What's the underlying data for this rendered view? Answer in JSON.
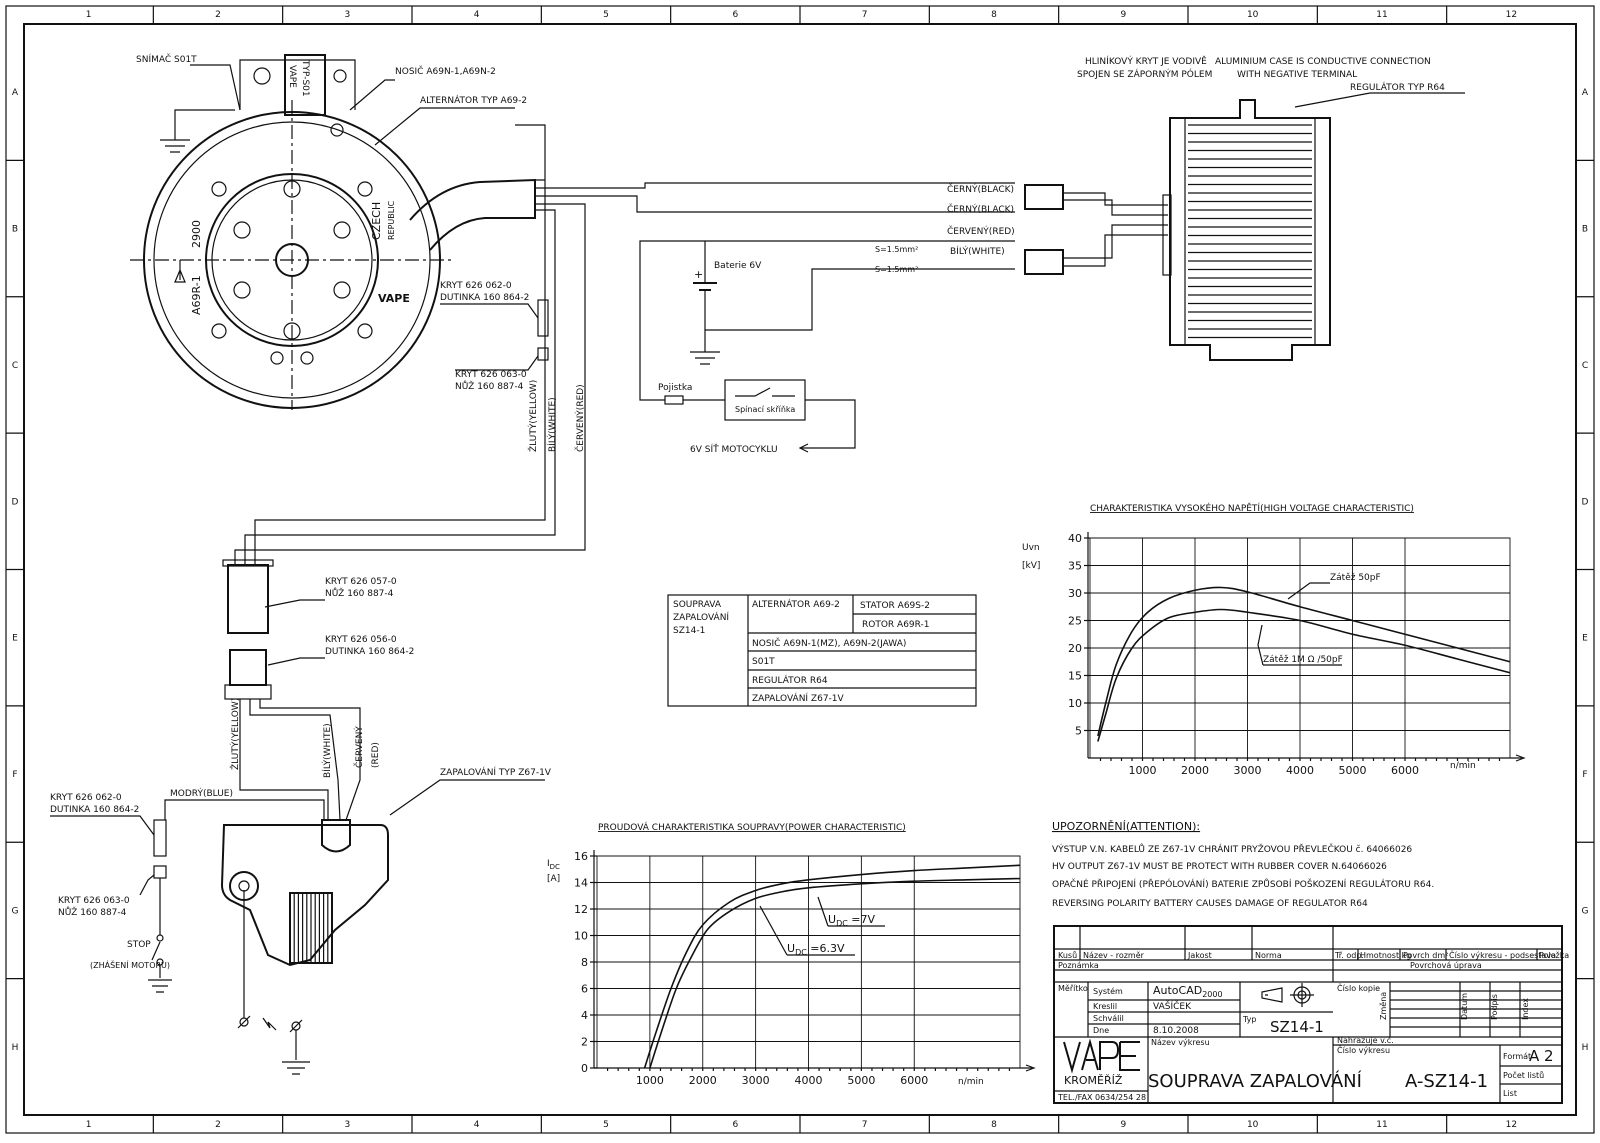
{
  "border": {
    "cols": [
      "1",
      "2",
      "3",
      "4",
      "5",
      "6",
      "7",
      "8",
      "9",
      "10",
      "11",
      "12"
    ],
    "rows": [
      "A",
      "B",
      "C",
      "D",
      "E",
      "F",
      "G",
      "H"
    ]
  },
  "alternator": {
    "sensor_label": "SNÍMAČ S01T",
    "carrier_label": "NOSIČ A69N-1,A69N-2",
    "type_label": "ALTERNÁTOR TYP A69-2",
    "sensor_text1": "VAPE",
    "sensor_text2": "TYP-S01",
    "rotor_a": "A69R-1",
    "rotor_b": "2900",
    "brand1": "CZECH",
    "brand2": "REPUBLIC"
  },
  "connectors": {
    "c1a": "KRYT 626 062-0",
    "c1b": "DUTINKA 160 864-2",
    "c2a": "KRYT 626 063-0",
    "c2b": "NŮŽ 160 887-4",
    "c3a": "KRYT 626 057-0",
    "c3b": "NŮŽ 160 887-4",
    "c4a": "KRYT 626 056-0",
    "c4b": "DUTINKA 160 864-2",
    "c5a": "KRYT 626 062-0",
    "c5b": "DUTINKA 160 864-2",
    "c6a": "KRYT 626 063-0",
    "c6b": "NŮŽ 160 887-4"
  },
  "wires": {
    "yellow": "ŽLUTÝ(YELLOW)",
    "white": "BÍLÝ(WHITE)",
    "red": "ČERVENÝ(RED)",
    "black1": "ČERNÝ(BLACK)",
    "black2": "ČERNÝ(BLACK)",
    "red2": "ČERVENÝ(RED)",
    "white2": "BÍLÝ(WHITE)",
    "cs1": "S=1.5mm²",
    "cs2": "S=1.5mm²",
    "yellow2": "ŽLUTÝ(YELLOW)",
    "white3": "BÍLÝ(WHITE)",
    "red3a": "ČERVENÝ",
    "red3b": "(RED)",
    "blue": "MODRÝ(BLUE)"
  },
  "battery": {
    "label": "Baterie 6V",
    "plus": "+",
    "fuse": "Pojistka",
    "switch": "Spínací skříňka",
    "network": "6V SÍŤ MOTOCYKLU"
  },
  "regulator": {
    "case_cz1": "HLINÍKOVÝ KRYT JE VODIVĚ",
    "case_cz2": "SPOJEN SE ZÁPORNÝM PÓLEM",
    "case_en1": "ALUMINIUM CASE IS CONDUCTIVE CONNECTION",
    "case_en2": "WITH NEGATIVE TERMINAL",
    "type_label": "REGULÁTOR TYP R64"
  },
  "ignition": {
    "type_label": "ZAPALOVÁNÍ TYP Z67-1V",
    "stop": "STOP",
    "stop_note": "(ZHÁŠENÍ MOTORU)"
  },
  "parts_table": {
    "set": [
      "SOUPRAVA",
      "ZAPALOVÁNÍ",
      "SZ14-1"
    ],
    "alternator": "ALTERNÁTOR A69-2",
    "stator": "STATOR A69S-2",
    "rotor": "ROTOR A69R-1",
    "carrier": "NOSIČ A69N-1(MZ), A69N-2(JAWA)",
    "sensor": "S01T",
    "regulator": "REGULÁTOR R64",
    "ignition": "ZAPALOVÁNÍ Z67-1V"
  },
  "attention": {
    "heading": "UPOZORNĚNÍ(ATTENTION):",
    "lines": [
      "VÝSTUP V.N. KABELŮ ZE Z67-1V CHRÁNIT PRYŽOVOU PŘEVLEČKOU č. 64066026",
      "HV OUTPUT   Z67-1V MUST BE PROTECT WITH RUBBER COVER N.64066026",
      "OPAČNÉ PŘIPOJENÍ (PŘEPÓLOVÁNÍ) BATERIE ZPŮSOBÍ POŠKOZENÍ REGULÁTORU R64.",
      "REVERSING POLARITY BATTERY CAUSES DAMAGE OF REGULATOR R64"
    ]
  },
  "chart_data": [
    {
      "type": "line",
      "title": "CHARAKTERISTIKA VYSOKÉHO NAPĚTÍ(HIGH VOLTAGE CHARACTERISTIC)",
      "ylabel": "Uvn",
      "yunit": "[kV]",
      "xlabel": "n/min",
      "xlim": [
        0,
        8000
      ],
      "ylim": [
        0,
        40
      ],
      "xticks": [
        1000,
        2000,
        3000,
        4000,
        5000,
        6000
      ],
      "yticks": [
        5,
        10,
        15,
        20,
        25,
        30,
        35,
        40
      ],
      "grid": true,
      "series": [
        {
          "name": "Zátěž 50pF",
          "x": [
            150,
            300,
            500,
            800,
            1100,
            1500,
            2000,
            2500,
            3000,
            4000,
            5000,
            6000,
            7000,
            8000
          ],
          "y": [
            4,
            10,
            17,
            23,
            26.5,
            29,
            30.5,
            31,
            30.2,
            27.5,
            25,
            22.5,
            20,
            17.5
          ]
        },
        {
          "name": "Zátěž 1M Ω /50pF",
          "x": [
            150,
            300,
            500,
            800,
            1100,
            1500,
            2000,
            2500,
            3000,
            4000,
            5000,
            6000,
            7000,
            8000
          ],
          "y": [
            3,
            8,
            14.5,
            20,
            23,
            25.5,
            26.5,
            27,
            26.5,
            25,
            22.5,
            20.5,
            18,
            15.5
          ]
        }
      ]
    },
    {
      "type": "line",
      "title": "PROUDOVÁ CHARAKTERISTIKA SOUPRAVY(POWER CHARACTERISTIC)",
      "ylabel": "I",
      "ylabel_sub": "DC",
      "yunit": "[A]",
      "xlabel": "n/min",
      "xlim": [
        0,
        8000
      ],
      "ylim": [
        0,
        16
      ],
      "xticks": [
        1000,
        2000,
        3000,
        4000,
        5000,
        6000
      ],
      "yticks": [
        0,
        2,
        4,
        6,
        8,
        10,
        12,
        14,
        16
      ],
      "grid": true,
      "series": [
        {
          "name": "U",
          "name_sub": "DC",
          "name_tail": " =7V",
          "x": [
            900,
            1100,
            1400,
            1700,
            2000,
            2500,
            3000,
            3500,
            4000,
            5000,
            6000,
            7000,
            8000
          ],
          "y": [
            0,
            2.5,
            6,
            8.8,
            10.8,
            12.5,
            13.4,
            13.9,
            14.2,
            14.6,
            14.9,
            15.1,
            15.3
          ]
        },
        {
          "name": "U",
          "name_sub": "DC",
          "name_tail": " =6.3V",
          "x": [
            1000,
            1200,
            1500,
            1800,
            2100,
            2500,
            3000,
            3500,
            4000,
            5000,
            6000,
            7000,
            8000
          ],
          "y": [
            0,
            2.5,
            6,
            8.5,
            10.5,
            11.8,
            12.8,
            13.3,
            13.6,
            13.9,
            14.1,
            14.2,
            14.3
          ]
        }
      ]
    }
  ],
  "title_block": {
    "h": [
      "Kusů",
      "Název - rozměr",
      "Jakost",
      "Norma",
      "Tř. odp.",
      "Hmotnost kg",
      "Povrch dm²",
      "Číslo výkresu - podsestava",
      "Položka"
    ],
    "note": "Poznámka",
    "surface": "Povrchová úprava",
    "scale": "Měřítko",
    "system": "Systém",
    "system_val": "AutoCAD",
    "system_ver": "2000",
    "drew": "Kreslil",
    "drew_val": "VAŠÍČEK",
    "approved": "Schválil",
    "date": "Dne",
    "date_val": "8.10.2008",
    "typ": "Typ",
    "typ_val": "SZ14-1",
    "copy_no": "Číslo kopie",
    "change": "Změna",
    "datum": "Datum",
    "podpis": "Podpis",
    "index": "Index",
    "replaced": "Nahrazuje v.č.",
    "dwg_name": "Název výkresu",
    "dwg_no_label": "Číslo výkresu",
    "company": "KROMĚŘÍŽ",
    "tel": "TEL./FAX    0634/254 28",
    "name_val": "SOUPRAVA ZAPALOVÁNÍ",
    "number_val": "A-SZ14-1",
    "format": "Formát",
    "format_val": "A 2",
    "sheets": "Počet listů",
    "sheet": "List"
  }
}
